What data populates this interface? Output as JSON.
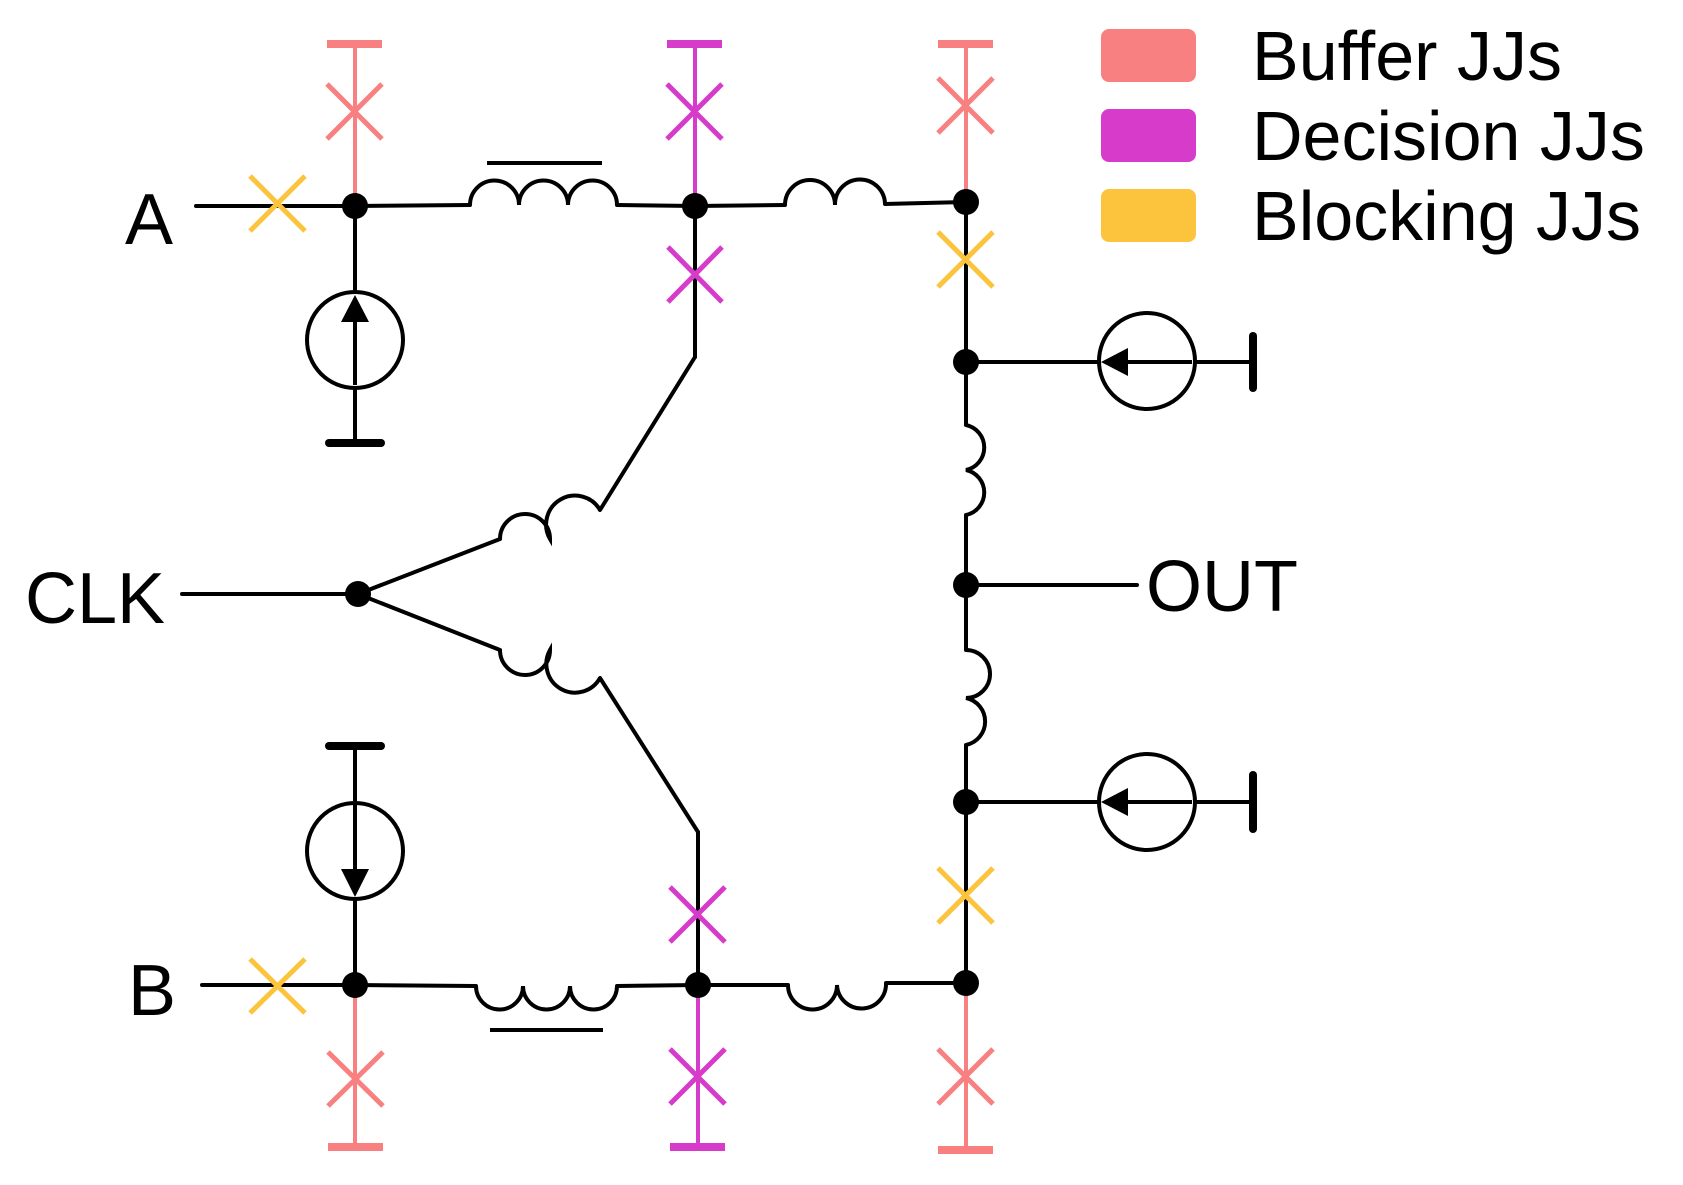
{
  "labels": {
    "a": "A",
    "b": "B",
    "clk": "CLK",
    "out": "OUT"
  },
  "legend": [
    {
      "label": "Buffer JJs",
      "color": "#F98080"
    },
    {
      "label": "Decision JJs",
      "color": "#D63BC9"
    },
    {
      "label": "Blocking JJs",
      "color": "#FBC43C"
    }
  ],
  "colors": {
    "wire": "#000000",
    "buffer": "#F98080",
    "decision": "#D63BC9",
    "blocking": "#FBC43C"
  }
}
